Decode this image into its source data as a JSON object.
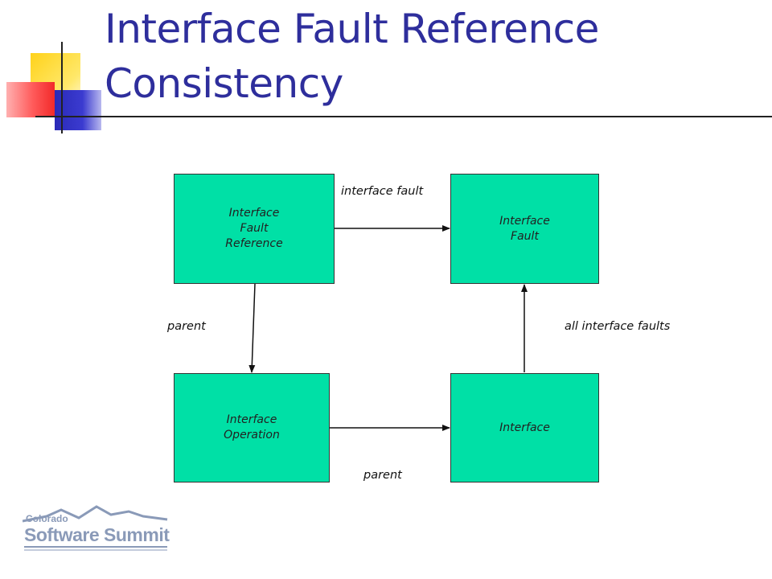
{
  "slide": {
    "title": "Interface Fault Reference Consistency"
  },
  "diagram": {
    "nodes": [
      {
        "id": "ifr",
        "label": "Interface\nFault\nReference"
      },
      {
        "id": "if",
        "label": "Interface\nFault"
      },
      {
        "id": "io",
        "label": "Interface\nOperation"
      },
      {
        "id": "i",
        "label": "Interface"
      }
    ],
    "edges": [
      {
        "from": "ifr",
        "to": "if",
        "label": "interface fault"
      },
      {
        "from": "ifr",
        "to": "io",
        "label": "parent"
      },
      {
        "from": "io",
        "to": "i",
        "label": "parent"
      },
      {
        "from": "i",
        "to": "if",
        "label": "all interface faults"
      }
    ],
    "node_color": "#00e0a6"
  },
  "logo": {
    "line1": "Colorado",
    "line2": "Software Summit"
  },
  "colors": {
    "title": "#2e2e9c"
  }
}
